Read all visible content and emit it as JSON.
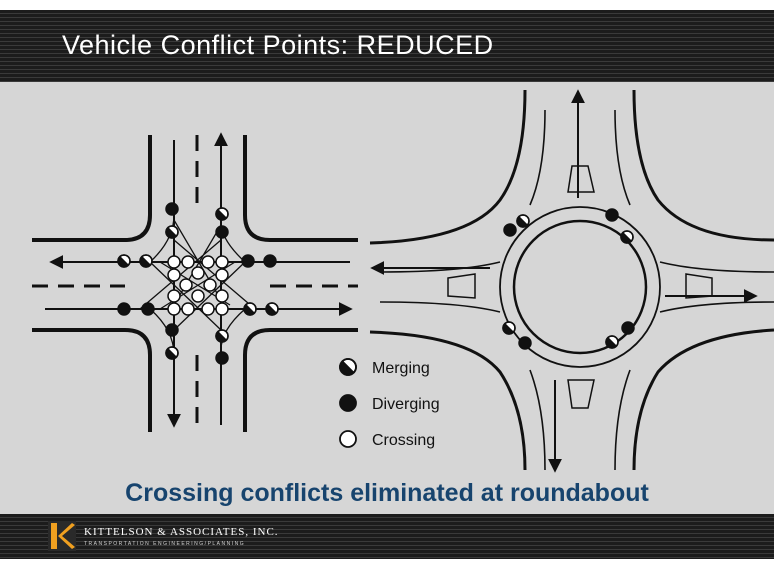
{
  "slide": {
    "title": "Vehicle Conflict Points: REDUCED",
    "caption": "Crossing conflicts eliminated at roundabout"
  },
  "legend": {
    "merging": "Merging",
    "diverging": "Diverging",
    "crossing": "Crossing"
  },
  "logo": {
    "name": "Kittelson & Associates, Inc.",
    "tagline": "Transportation Engineering/Planning"
  },
  "colors": {
    "caption": "#17446e",
    "title_bar": "#1c1c1c",
    "slide_background": "#d6d6d6",
    "logo_orange": "#f0a020"
  }
}
